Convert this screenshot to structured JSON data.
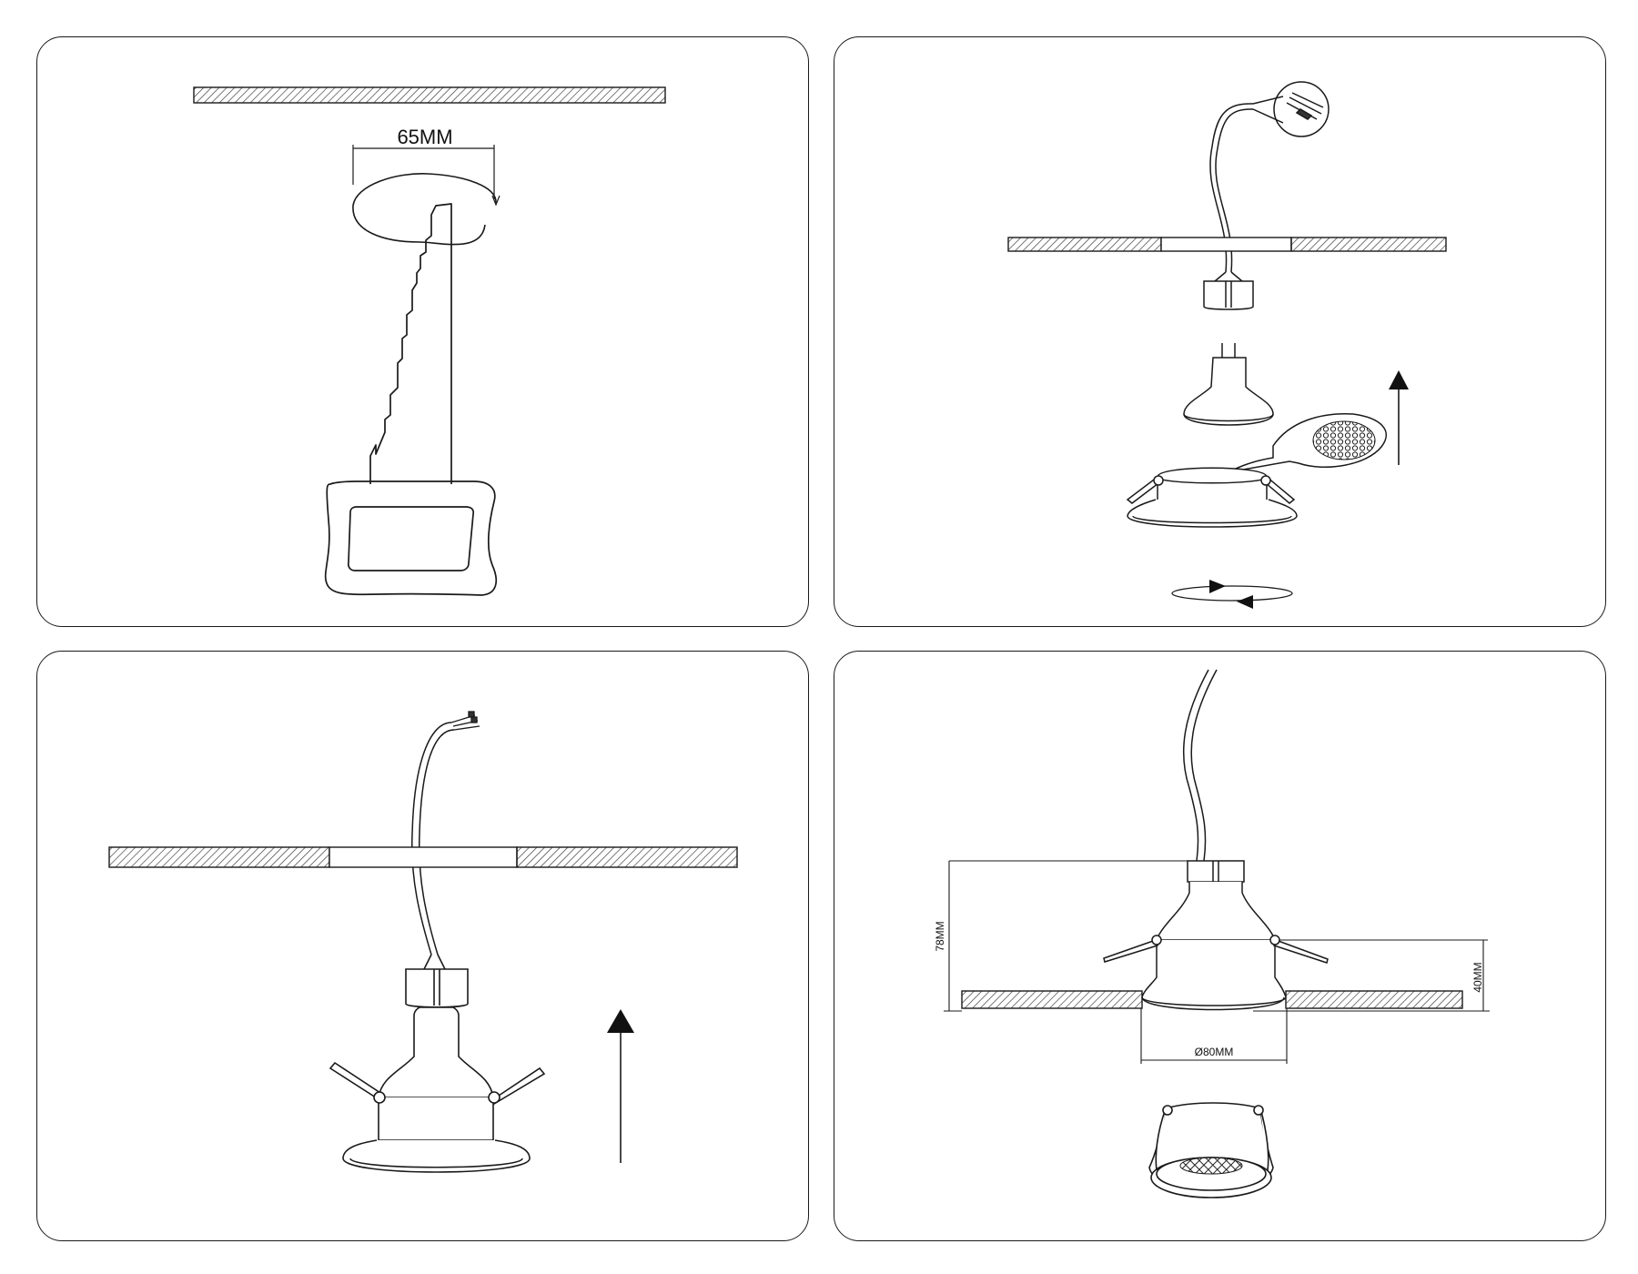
{
  "panels": {
    "cut_hole": {
      "dimension_label": "65MM"
    },
    "insert_lamp": {},
    "mount_fixture": {},
    "dimensions": {
      "height_label": "78MM",
      "depth_label": "40MM",
      "diameter_label": "Ø80MM"
    }
  },
  "colors": {
    "line": "#1a1a1a",
    "hatch": "#333333",
    "background": "#ffffff"
  }
}
